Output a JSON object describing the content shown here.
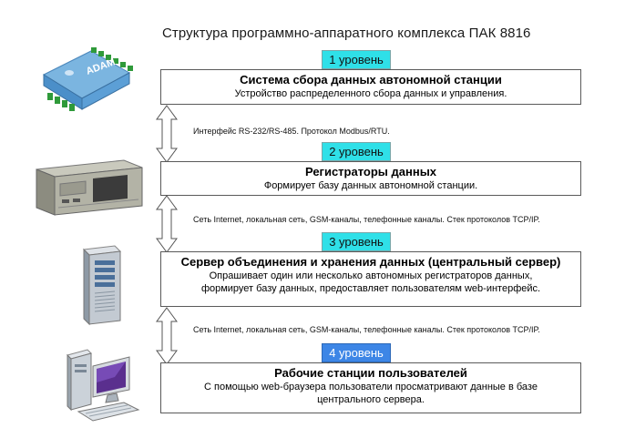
{
  "title": "Структура программно-аппаратного комплекса ПАК 8816",
  "levels": [
    {
      "badge": "1 уровень",
      "heading": "Система сбора данных автономной станции",
      "desc": "Устройство распределенного сбора данных и управления.",
      "device_icon": "adam-module-icon"
    },
    {
      "badge": "2 уровень",
      "heading": "Регистраторы данных",
      "desc": "Формирует базу данных автономной станции.",
      "device_icon": "rack-server-icon"
    },
    {
      "badge": "3 уровень",
      "heading": "Сервер объединения и хранения данных (центральный сервер)",
      "desc_lines": [
        "Опрашивает один или несколько автономных регистраторов данных,",
        "формирует базу данных, предоставляет пользователям web-интерфейс."
      ],
      "device_icon": "tower-server-icon"
    },
    {
      "badge": "4 уровень",
      "heading": "Рабочие станции пользователей",
      "desc_lines": [
        "С помощью web-браузера пользователи просматривают данные в базе",
        "центрального сервера."
      ],
      "device_icon": "workstation-icon"
    }
  ],
  "interfaces": [
    "Интерфейс RS-232/RS-485. Протокол Modbus/RTU.",
    "Сеть Internet, локальная сеть, GSM-каналы, телефонные каналы. Стек протоколов TCP/IP.",
    "Сеть Internet, локальная сеть, GSM-каналы, телефонные каналы. Стек протоколов TCP/IP."
  ],
  "device_label": "ADAM",
  "colors": {
    "badge_cyan": "#2fe0e8",
    "badge_blue": "#3d86e6",
    "box_border": "#5a5a5a"
  }
}
